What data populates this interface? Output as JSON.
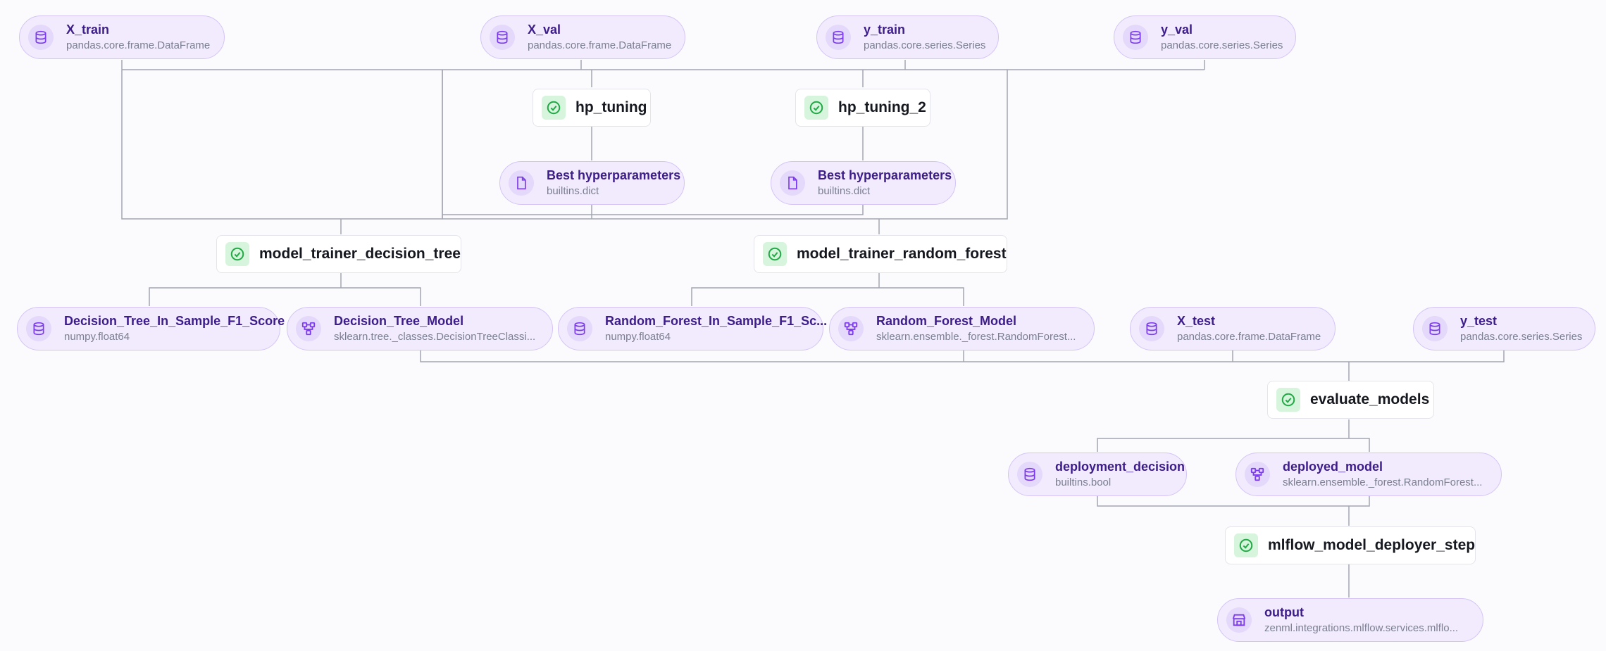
{
  "colors": {
    "artifact_bg": "#f1ebfd",
    "artifact_border": "#d4c4f6",
    "artifact_text": "#3d1d8a",
    "artifact_icon": "#7c3aed",
    "step_status_bg": "#d6f5dc",
    "step_status_icon": "#22a846",
    "edge": "#a3a6b1"
  },
  "artifacts": {
    "x_train": {
      "name": "X_train",
      "type": "pandas.core.frame.DataFrame",
      "icon": "database-icon"
    },
    "x_val": {
      "name": "X_val",
      "type": "pandas.core.frame.DataFrame",
      "icon": "database-icon"
    },
    "y_train": {
      "name": "y_train",
      "type": "pandas.core.series.Series",
      "icon": "database-icon"
    },
    "y_val": {
      "name": "y_val",
      "type": "pandas.core.series.Series",
      "icon": "database-icon"
    },
    "best_hp_1": {
      "name": "Best hyperparameters",
      "type": "builtins.dict",
      "icon": "file-icon"
    },
    "best_hp_2": {
      "name": "Best hyperparameters",
      "type": "builtins.dict",
      "icon": "file-icon"
    },
    "dt_f1": {
      "name": "Decision_Tree_In_Sample_F1_Score",
      "type": "numpy.float64",
      "icon": "database-icon"
    },
    "dt_model": {
      "name": "Decision_Tree_Model",
      "type": "sklearn.tree._classes.DecisionTreeClassi...",
      "icon": "model-icon"
    },
    "rf_f1": {
      "name": "Random_Forest_In_Sample_F1_Sc...",
      "type": "numpy.float64",
      "icon": "database-icon"
    },
    "rf_model": {
      "name": "Random_Forest_Model",
      "type": "sklearn.ensemble._forest.RandomForest...",
      "icon": "model-icon"
    },
    "x_test": {
      "name": "X_test",
      "type": "pandas.core.frame.DataFrame",
      "icon": "database-icon"
    },
    "y_test": {
      "name": "y_test",
      "type": "pandas.core.series.Series",
      "icon": "database-icon"
    },
    "deployment_decision": {
      "name": "deployment_decision",
      "type": "builtins.bool",
      "icon": "database-icon"
    },
    "deployed_model": {
      "name": "deployed_model",
      "type": "sklearn.ensemble._forest.RandomForest...",
      "icon": "model-icon"
    },
    "output": {
      "name": "output",
      "type": "zenml.integrations.mlflow.services.mlflo...",
      "icon": "service-icon"
    }
  },
  "steps": {
    "hp_tuning": {
      "label": "hp_tuning",
      "status": "completed"
    },
    "hp_tuning_2": {
      "label": "hp_tuning_2",
      "status": "completed"
    },
    "model_trainer_decision_tree": {
      "label": "model_trainer_decision_tree",
      "status": "completed"
    },
    "model_trainer_random_forest": {
      "label": "model_trainer_random_forest",
      "status": "completed"
    },
    "evaluate_models": {
      "label": "evaluate_models",
      "status": "completed"
    },
    "mlflow_model_deployer_step": {
      "label": "mlflow_model_deployer_step",
      "status": "completed"
    }
  }
}
